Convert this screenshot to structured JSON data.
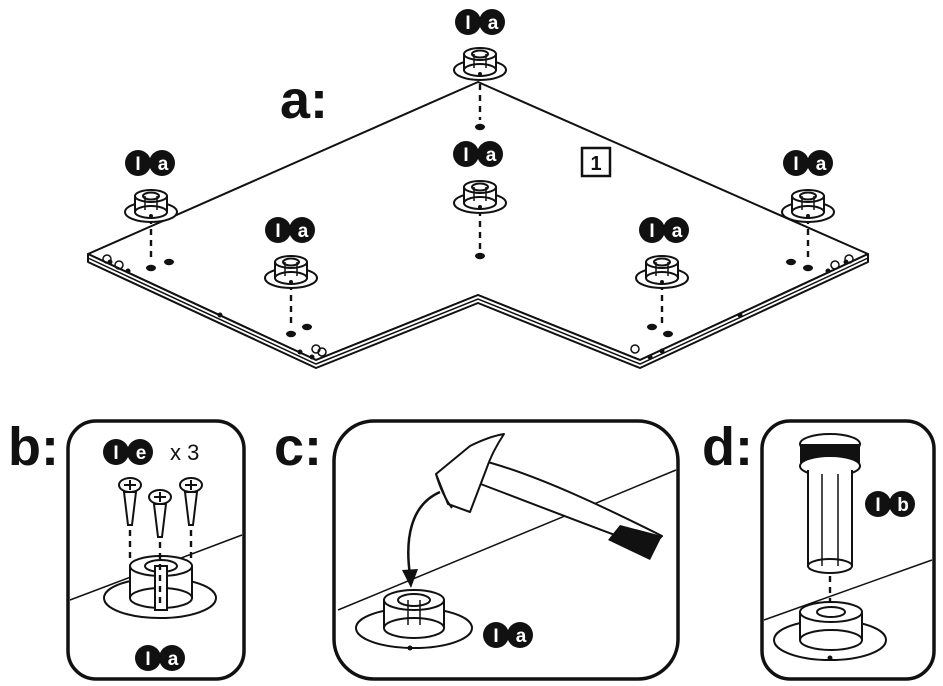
{
  "steps": {
    "a": {
      "label": "a:",
      "part_number": "1"
    },
    "b": {
      "label": "b:",
      "quantity": "x 3"
    },
    "c": {
      "label": "c:"
    },
    "d": {
      "label": "d:"
    }
  },
  "parts": {
    "leveler_base": {
      "prefix": "I",
      "letter": "a"
    },
    "leveler_foot": {
      "prefix": "I",
      "letter": "b"
    },
    "screw": {
      "prefix": "I",
      "letter": "e"
    }
  },
  "colors": {
    "ink": "#111111",
    "paper": "#ffffff"
  }
}
